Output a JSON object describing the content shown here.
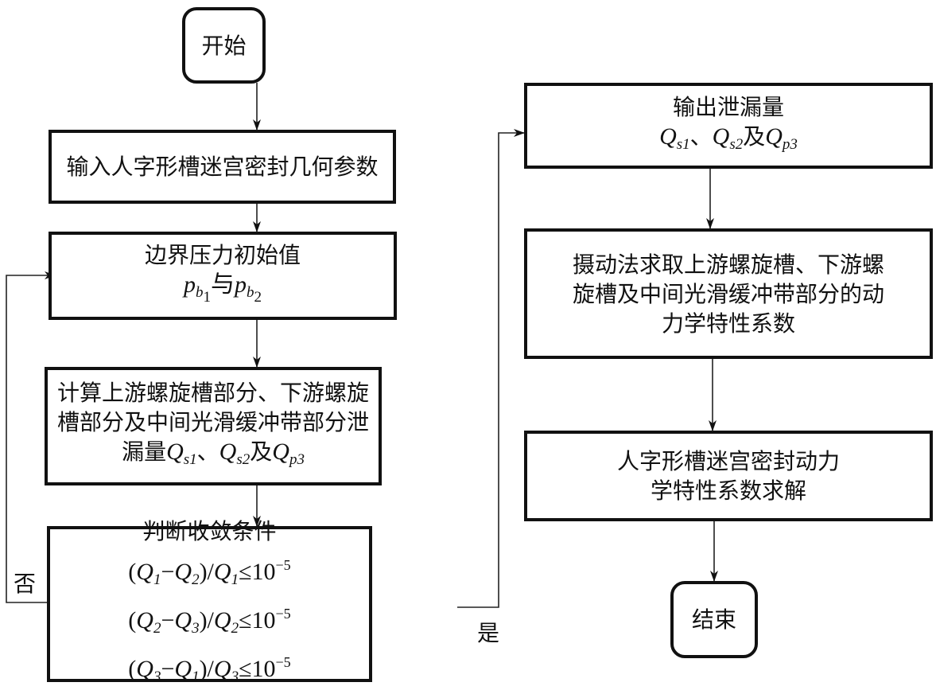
{
  "diagram": {
    "type": "flowchart",
    "nodes": {
      "start": {
        "label": "开始"
      },
      "input": {
        "label": "输入人字形槽迷宫密封几何参数"
      },
      "boundary": {
        "title": "边界压力初始值",
        "formula": {
          "p": "p",
          "sub1": "b",
          "sub1n": "1",
          "conj": "与",
          "sub2": "b",
          "sub2n": "2"
        }
      },
      "calculate": {
        "lines": [
          "计算上游螺旋槽部分、下游螺旋",
          "槽部分及中间光滑缓冲带部分泄"
        ],
        "last_prefix": "漏量",
        "q1": "Q",
        "q1sub": "s1",
        "sep": "、",
        "q2": "Q",
        "q2sub": "s2",
        "conj": "及",
        "q3": "Q",
        "q3sub": "p3"
      },
      "convergence": {
        "title": "判断收敛条件",
        "conditions": [
          {
            "a": "Q",
            "an": "1",
            "b": "Q",
            "bn": "2",
            "c": "Q",
            "cn": "1",
            "le": "≤10",
            "exp": "−5"
          },
          {
            "a": "Q",
            "an": "2",
            "b": "Q",
            "bn": "3",
            "c": "Q",
            "cn": "2",
            "le": "≤10",
            "exp": "−5"
          },
          {
            "a": "Q",
            "an": "3",
            "b": "Q",
            "bn": "1",
            "c": "Q",
            "cn": "3",
            "le": "≤10",
            "exp": "−5"
          }
        ]
      },
      "output": {
        "title": "输出泄漏量",
        "q1": "Q",
        "q1sub": "s1",
        "sep": "、",
        "q2": "Q",
        "q2sub": "s2",
        "conj": "及",
        "q3": "Q",
        "q3sub": "p3"
      },
      "perturbation": {
        "lines": [
          "摄动法求取上游螺旋槽、下游螺",
          "旋槽及中间光滑缓冲带部分的动",
          "力学特性系数"
        ]
      },
      "solve": {
        "lines": [
          "人字形槽迷宫密封动力",
          "学特性系数求解"
        ]
      },
      "end": {
        "label": "结束"
      }
    },
    "edge_labels": {
      "no": "否",
      "yes": "是"
    },
    "edges": [
      {
        "from": "start",
        "to": "input"
      },
      {
        "from": "input",
        "to": "boundary"
      },
      {
        "from": "boundary",
        "to": "calculate"
      },
      {
        "from": "calculate",
        "to": "convergence"
      },
      {
        "from": "convergence",
        "to": "boundary",
        "label": "否"
      },
      {
        "from": "convergence",
        "to": "output",
        "label": "是"
      },
      {
        "from": "output",
        "to": "perturbation"
      },
      {
        "from": "perturbation",
        "to": "solve"
      },
      {
        "from": "solve",
        "to": "end"
      }
    ]
  }
}
